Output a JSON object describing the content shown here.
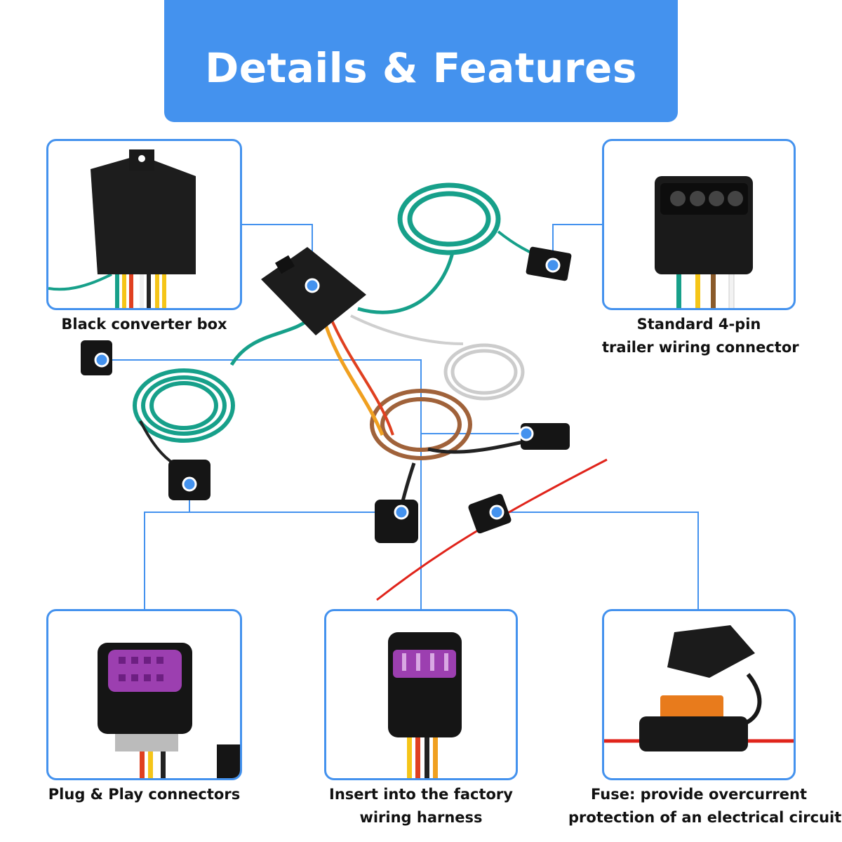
{
  "title": "Details & Features",
  "accent_color": "#4492ee",
  "features": [
    {
      "id": "converter-box",
      "caption": [
        "Black converter box"
      ]
    },
    {
      "id": "four-pin",
      "caption": [
        "Standard 4-pin",
        "trailer wiring connector"
      ]
    },
    {
      "id": "plug-play",
      "caption": [
        "Plug & Play connectors"
      ]
    },
    {
      "id": "factory-harness",
      "caption": [
        "Insert into the factory",
        "wiring harness"
      ]
    },
    {
      "id": "fuse",
      "caption": [
        "Fuse: provide overcurrent",
        "protection of an electrical circuit"
      ]
    }
  ]
}
